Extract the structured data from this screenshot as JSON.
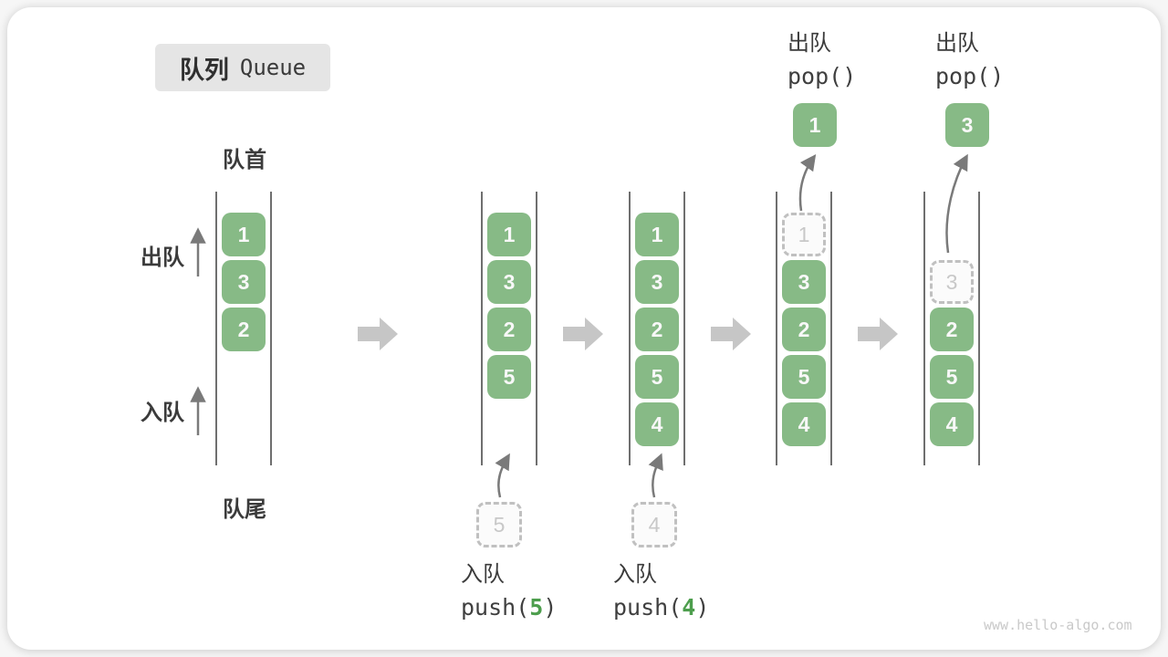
{
  "title": {
    "zh": "队列",
    "en": "Queue"
  },
  "side_labels": {
    "front": "队首",
    "rear": "队尾",
    "dequeue": "出队",
    "enqueue": "入队"
  },
  "queues": [
    {
      "blocks": [
        {
          "v": "1"
        },
        {
          "v": "3"
        },
        {
          "v": "2"
        }
      ]
    },
    {
      "blocks": [
        {
          "v": "1"
        },
        {
          "v": "3"
        },
        {
          "v": "2"
        },
        {
          "v": "5"
        }
      ]
    },
    {
      "blocks": [
        {
          "v": "1"
        },
        {
          "v": "3"
        },
        {
          "v": "2"
        },
        {
          "v": "5"
        },
        {
          "v": "4"
        }
      ]
    },
    {
      "ghost": {
        "v": "1"
      },
      "blocks": [
        {
          "v": "3"
        },
        {
          "v": "2"
        },
        {
          "v": "5"
        },
        {
          "v": "4"
        }
      ]
    },
    {
      "ghost": {
        "v": "3"
      },
      "blocks": [
        {
          "v": "2"
        },
        {
          "v": "5"
        },
        {
          "v": "4"
        }
      ]
    }
  ],
  "push_ops": [
    {
      "label": "入队",
      "fn_open": "push(",
      "arg": "5",
      "fn_close": ")",
      "staged": "5"
    },
    {
      "label": "入队",
      "fn_open": "push(",
      "arg": "4",
      "fn_close": ")",
      "staged": "4"
    }
  ],
  "pop_ops": [
    {
      "label": "出队",
      "code": "pop()",
      "popped": "1"
    },
    {
      "label": "出队",
      "code": "pop()",
      "popped": "3"
    }
  ],
  "watermark": "www.hello-algo.com",
  "colors": {
    "block_green": "#87ba86",
    "code_green": "#4d9e4d",
    "flow_arrow_gray": "#c6c6c6",
    "thin_arrow_gray": "#7a7a7a",
    "title_box_bg": "#e5e5e5"
  }
}
